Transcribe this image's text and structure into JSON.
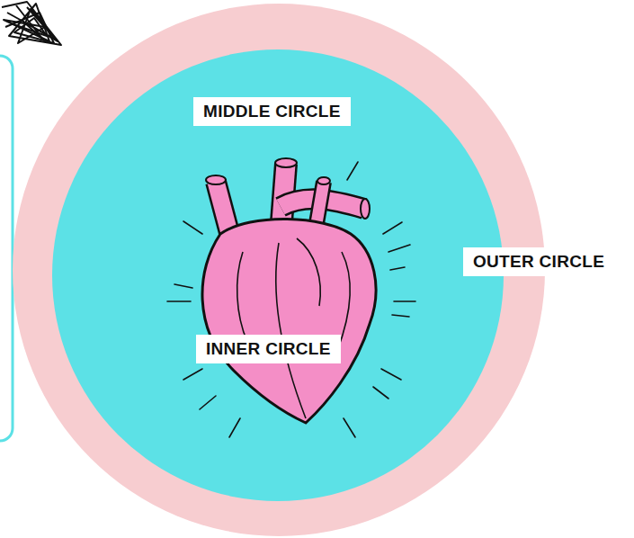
{
  "diagram": {
    "nodes": [
      {
        "text": [
          "OUTER CIRCLE"
        ]
      },
      {
        "text": [
          "MIDDLE CIRCLE"
        ],
        "in": 0
      },
      {
        "text": [
          "INNER CIRCLE"
        ],
        "in": 1
      }
    ]
  }
}
